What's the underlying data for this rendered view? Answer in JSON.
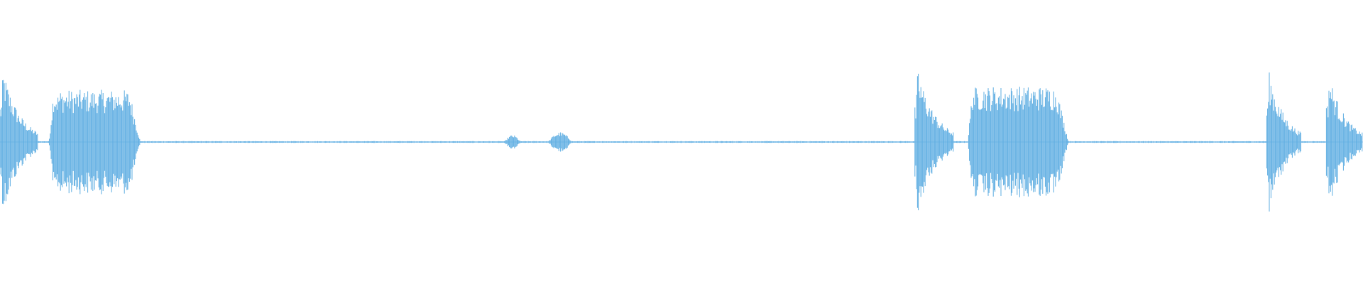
{
  "waveform": {
    "color": "#5dade2",
    "background": "#ffffff",
    "duration_fraction_range": [
      0,
      1
    ],
    "segments": [
      {
        "start": 0.0,
        "end": 0.028,
        "peak": 0.52,
        "sustain": 0.3,
        "kind": "pluck"
      },
      {
        "start": 0.036,
        "end": 0.103,
        "peak": 0.42,
        "sustain": 0.34,
        "kind": "sustained"
      },
      {
        "start": 0.37,
        "end": 0.382,
        "peak": 0.05,
        "sustain": 0.03,
        "kind": "faint"
      },
      {
        "start": 0.402,
        "end": 0.42,
        "peak": 0.07,
        "sustain": 0.03,
        "kind": "faint"
      },
      {
        "start": 0.671,
        "end": 0.7,
        "peak": 0.52,
        "sustain": 0.28,
        "kind": "pluck"
      },
      {
        "start": 0.71,
        "end": 0.784,
        "peak": 0.42,
        "sustain": 0.38,
        "kind": "sustained"
      },
      {
        "start": 0.929,
        "end": 0.955,
        "peak": 0.5,
        "sustain": 0.3,
        "kind": "pluck"
      },
      {
        "start": 0.973,
        "end": 1.0,
        "peak": 0.48,
        "sustain": 0.3,
        "kind": "pluck"
      }
    ],
    "noise_floor": 0.006
  }
}
